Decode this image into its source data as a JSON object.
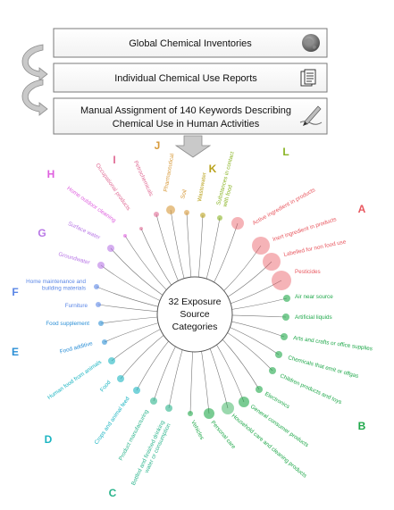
{
  "steps": [
    {
      "text": "Global Chemical Inventories",
      "icon": "globe-icon"
    },
    {
      "text": "Individual Chemical Use Reports",
      "icon": "document-icon"
    },
    {
      "text": [
        "Manual Assignment of 140 Keywords Describing",
        "Chemical Use in Human Activities"
      ],
      "icon": "pen-writing-icon"
    }
  ],
  "hub": [
    "32 Exposure",
    "Source",
    "Categories"
  ],
  "colors": {
    "A": "#e8575f",
    "B": "#1fa84a",
    "C": "#2bb48c",
    "D": "#1cb5c2",
    "E": "#2b8fd6",
    "F": "#5a86e6",
    "G": "#b978e6",
    "H": "#df60df",
    "I": "#e06b95",
    "J": "#d79a3b",
    "K": "#b9a21c",
    "L": "#8ab425"
  },
  "groups": [
    {
      "letter": "A",
      "color": "#e8575f"
    },
    {
      "letter": "B",
      "color": "#1fa84a"
    },
    {
      "letter": "C",
      "color": "#2bb48c"
    },
    {
      "letter": "D",
      "color": "#1cb5c2"
    },
    {
      "letter": "E",
      "color": "#2b8fd6"
    },
    {
      "letter": "F",
      "color": "#5a86e6"
    },
    {
      "letter": "G",
      "color": "#b978e6"
    },
    {
      "letter": "H",
      "color": "#df60df"
    },
    {
      "letter": "I",
      "color": "#e06b95"
    },
    {
      "letter": "J",
      "color": "#d79a3b"
    },
    {
      "letter": "K",
      "color": "#b9a21c"
    },
    {
      "letter": "L",
      "color": "#8ab425"
    }
  ],
  "categories": [
    {
      "label": [
        "Active ingredient in products"
      ],
      "group": "A"
    },
    {
      "label": [
        "Inert ingredient in products"
      ],
      "group": "A"
    },
    {
      "label": [
        "Labelled for non food use"
      ],
      "group": "A"
    },
    {
      "label": [
        "Pesticides"
      ],
      "group": "A"
    },
    {
      "label": [
        "Air near source"
      ],
      "group": "B"
    },
    {
      "label": [
        "Artificial liquids"
      ],
      "group": "B"
    },
    {
      "label": [
        "Arts and crafts or office supplies"
      ],
      "group": "B"
    },
    {
      "label": [
        "Chemicals that emit or offgas"
      ],
      "group": "B"
    },
    {
      "label": [
        "Children products and toys"
      ],
      "group": "B"
    },
    {
      "label": [
        "Electronics"
      ],
      "group": "B"
    },
    {
      "label": [
        "General consumer products"
      ],
      "group": "B"
    },
    {
      "label": [
        "Household care and cleaning products"
      ],
      "group": "B"
    },
    {
      "label": [
        "Personal care"
      ],
      "group": "B"
    },
    {
      "label": [
        "Vehicles"
      ],
      "group": "B"
    },
    {
      "label": [
        "Bottled and finished drinking",
        "water or consumption"
      ],
      "group": "C"
    },
    {
      "label": [
        "Product manufacturing"
      ],
      "group": "C"
    },
    {
      "label": [
        "Crops and animal feed"
      ],
      "group": "D"
    },
    {
      "label": [
        "Food"
      ],
      "group": "D"
    },
    {
      "label": [
        "Human food from animals"
      ],
      "group": "D"
    },
    {
      "label": [
        "Food additive"
      ],
      "group": "E"
    },
    {
      "label": [
        "Food supplement"
      ],
      "group": "E"
    },
    {
      "label": [
        "Furniture"
      ],
      "group": "F"
    },
    {
      "label": [
        "Home maintenance and",
        "building materials"
      ],
      "group": "F"
    },
    {
      "label": [
        "Groundwater"
      ],
      "group": "G"
    },
    {
      "label": [
        "Surface water"
      ],
      "group": "G"
    },
    {
      "label": [
        "Home outdoor cleaning"
      ],
      "group": "H"
    },
    {
      "label": [
        "Occupational products"
      ],
      "group": "I"
    },
    {
      "label": [
        "Petrochemicals"
      ],
      "group": "I"
    },
    {
      "label": [
        "Pharmaceutical"
      ],
      "group": "J"
    },
    {
      "label": [
        "Soil"
      ],
      "group": "J"
    },
    {
      "label": [
        "Wastewater"
      ],
      "group": "K"
    },
    {
      "label": [
        "Substances in contact",
        "with food"
      ],
      "group": "L"
    }
  ]
}
